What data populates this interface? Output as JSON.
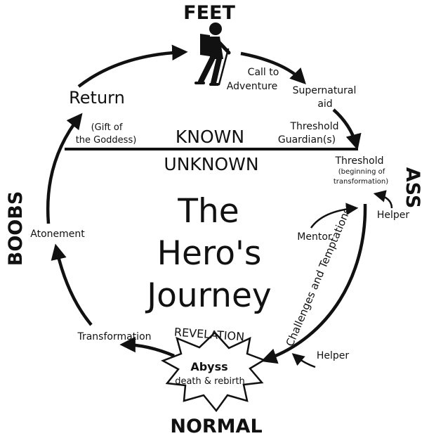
{
  "side_labels": {
    "top": "FEET",
    "right": "ASS",
    "bottom": "NORMAL",
    "left": "BOOBS"
  },
  "center_title": [
    "The",
    "Hero's",
    "Journey"
  ],
  "known": "KNOWN",
  "unknown": "UNKNOWN",
  "stages": {
    "call": [
      "Call to",
      "Adventure"
    ],
    "aid": [
      "Supernatural",
      "aid"
    ],
    "guardians": [
      "Threshold",
      "Guardian(s)"
    ],
    "threshold": [
      "Threshold"
    ],
    "threshold_sub": [
      "(beginning of",
      "transformation)"
    ],
    "helper_top": "Helper",
    "mentor": "Mentor",
    "challenges": "Challenges and Temptations",
    "helper_bottom": "Helper",
    "revelation": "REVELATION",
    "abyss": "Abyss",
    "abyss_sub": "death & rebirth",
    "transformation": "Transformation",
    "atonement": "Atonement",
    "return": "Return",
    "gift": [
      "(Gift of",
      "the Goddess)"
    ]
  },
  "icons": {
    "hiker": "hiker-icon",
    "abyss": "starburst-icon"
  },
  "colors": {
    "ink": "#111111",
    "background": "#ffffff"
  }
}
